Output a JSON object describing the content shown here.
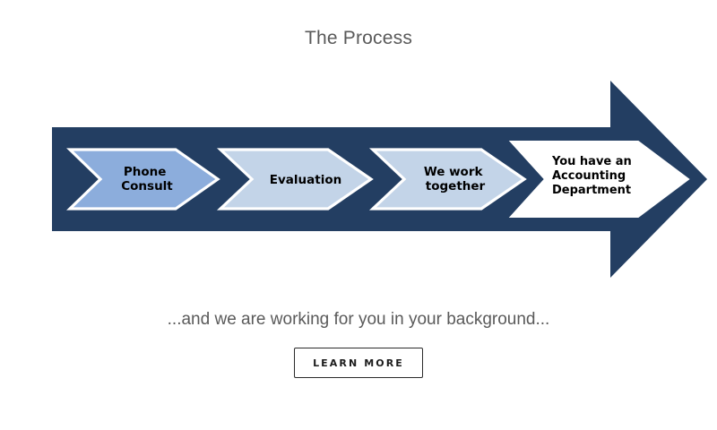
{
  "page": {
    "title": "The Process",
    "subtitle": "...and we are working for you in your background...",
    "background_color": "#ffffff"
  },
  "colors": {
    "navy": "#233E62",
    "chevron_step1": "#8CADDC",
    "chevron_step2": "#C3D4E8",
    "chevron_step3": "#C3D4E8",
    "chevron_step4": "#FFFFFF",
    "chevron_outline": "#FFFFFF",
    "label_text": "#000000",
    "title_text": "#595959",
    "subtitle_text": "#5A5A5A",
    "button_border": "#2B2B2B",
    "button_text": "#1C1C1C"
  },
  "diagram": {
    "type": "process-flow",
    "orientation": "left-to-right",
    "band_label": "navy-process-band-with-arrowhead",
    "steps": [
      {
        "index": 1,
        "lines": [
          "Phone",
          "Consult"
        ],
        "text": "Phone Consult",
        "fill": "#8CADDC",
        "align": "center"
      },
      {
        "index": 2,
        "lines": [
          "Evaluation"
        ],
        "text": "Evaluation",
        "fill": "#C3D4E8",
        "align": "center"
      },
      {
        "index": 3,
        "lines": [
          "We work",
          "together"
        ],
        "text": "We work together",
        "fill": "#C3D4E8",
        "align": "center"
      },
      {
        "index": 4,
        "lines": [
          "You have an",
          "Accounting",
          "Department"
        ],
        "text": "You have an Accounting Department",
        "fill": "#FFFFFF",
        "align": "left"
      }
    ]
  },
  "cta": {
    "label": "LEARN MORE"
  }
}
